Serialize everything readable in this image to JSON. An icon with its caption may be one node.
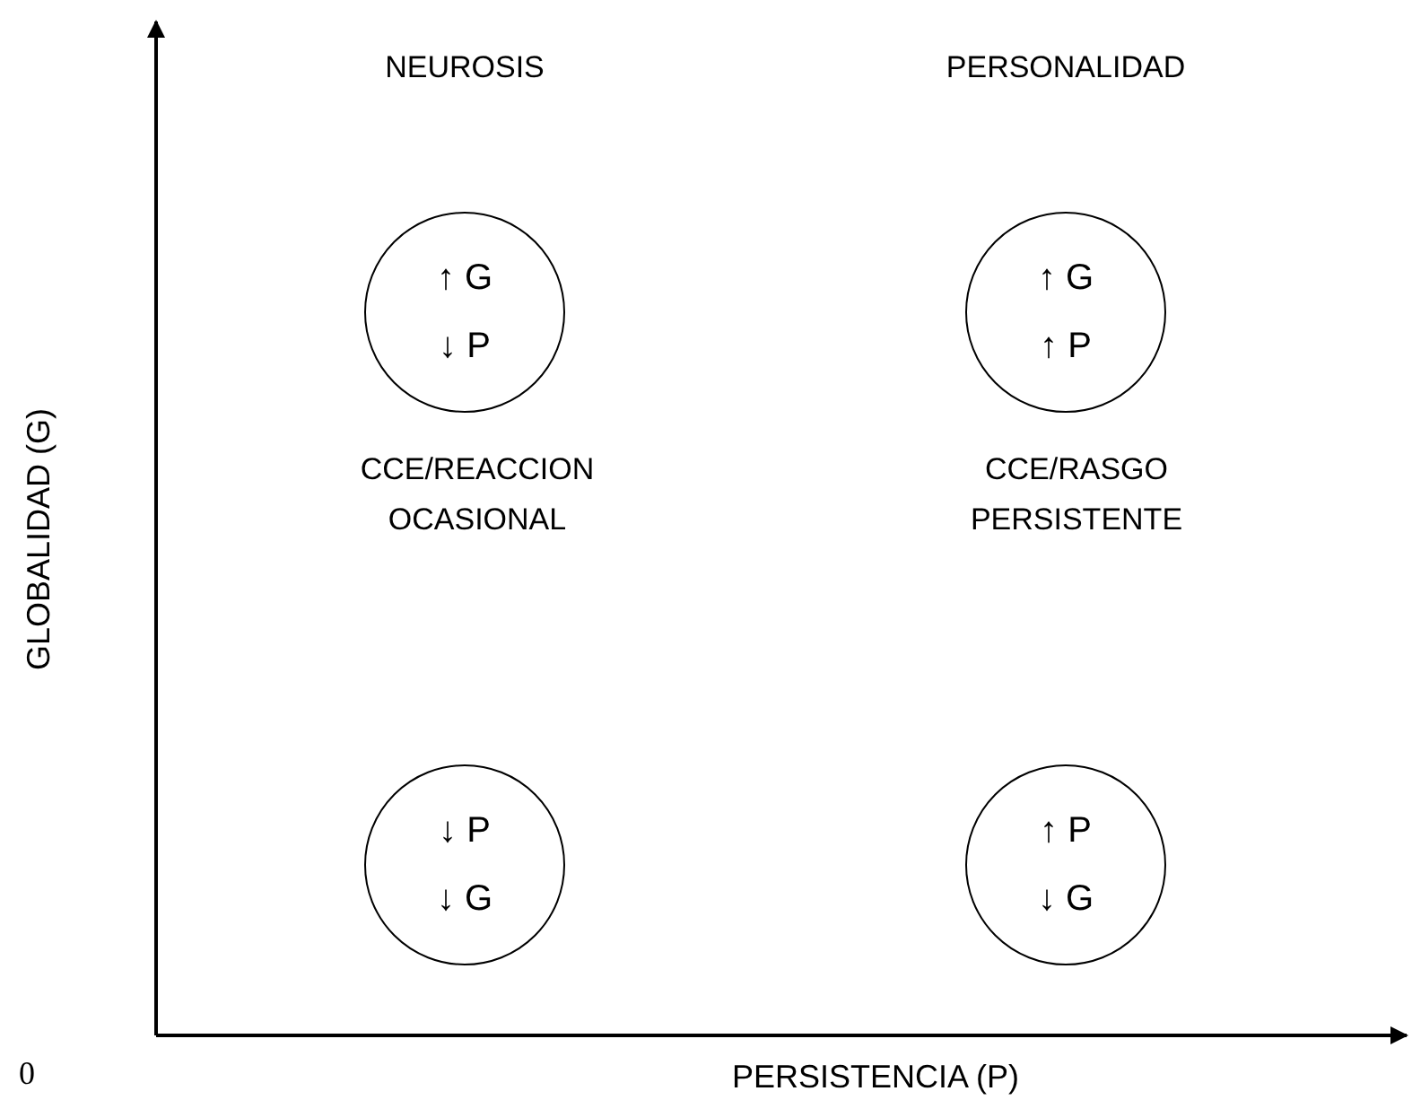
{
  "diagram": {
    "nodes": [
      {
        "text": [
          "NEUROSIS",
          "↑ G",
          "↓ P"
        ]
      },
      {
        "text": [
          "PERSONALIDAD",
          "↑ G",
          "↑ P"
        ]
      },
      {
        "text": [
          "↓ P",
          "↓ G"
        ]
      },
      {
        "text": [
          "↑ P",
          "↓ G"
        ]
      }
    ],
    "edges": [],
    "labels": [
      "CCE/REACCION OCASIONAL",
      "CCE/RASGO PERSISTENTE",
      "GLOBALIDAD (G)",
      "0",
      "PERSISTENCIA (P)"
    ]
  }
}
